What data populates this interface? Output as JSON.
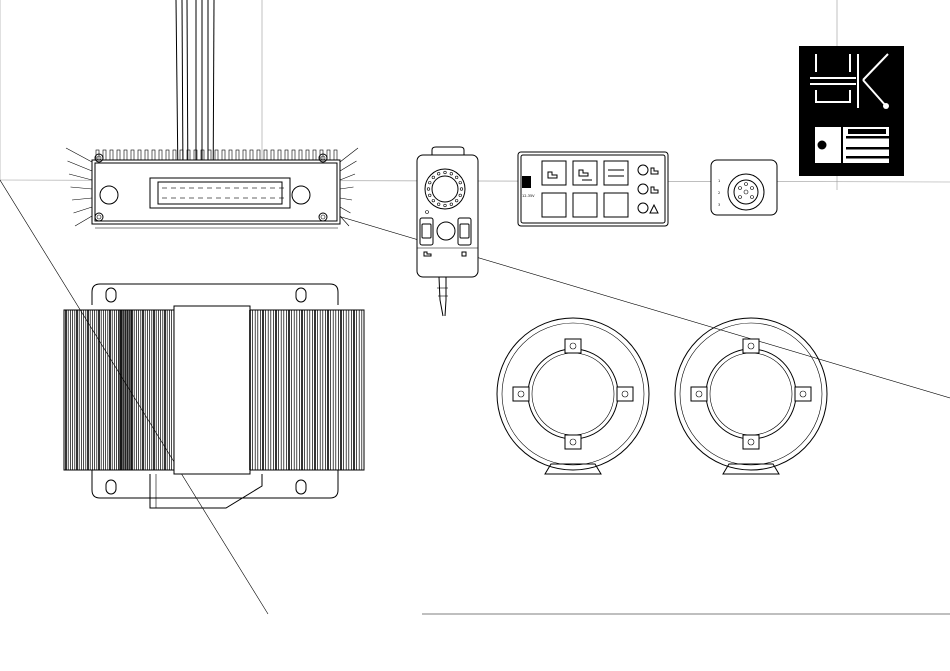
{
  "colors": {
    "line": "#000000",
    "background": "#ffffff",
    "logo_bg": "#000000",
    "logo_fg": "#ffffff"
  },
  "logo": {
    "letters": "UKE"
  },
  "panel": {
    "tiny_label": "12-35V"
  },
  "connector": {
    "pin_labels": [
      "1",
      "2",
      "3"
    ]
  }
}
